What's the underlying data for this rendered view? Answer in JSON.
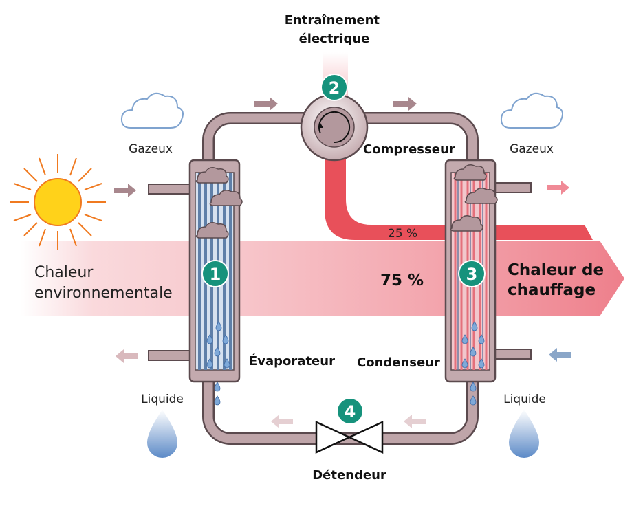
{
  "colors": {
    "pipe_fill": "#bfa5a9",
    "pipe_stroke": "#5b4a4e",
    "hot_band": "#e8505a",
    "heat_arrow": "#f3b3b9",
    "badge": "#16927c",
    "tube_blue": "#8ea8c8",
    "arrow_mauve": "#a8878d",
    "arrow_pink": "#f08a96",
    "arrow_blue": "#8aa6c8",
    "sun": "#ffd21a",
    "sun_rays": "#f07a20",
    "droplet": "#7fa9d8"
  },
  "labels": {
    "drive": "Entraînement électrique",
    "gaseous_left": "Gazeux",
    "gaseous_right": "Gazeux",
    "compressor": "Compresseur",
    "evaporator": "Évaporateur",
    "condenser": "Condenseur",
    "liquid_left": "Liquide",
    "liquid_right": "Liquide",
    "expansion_valve": "Détendeur",
    "env_heat": "Chaleur environnementale",
    "heating_heat": "Chaleur de chauffage",
    "pct_electric": "25 %",
    "pct_environment": "75 %"
  },
  "steps": [
    "1",
    "2",
    "3",
    "4"
  ],
  "icons": [
    "sun-icon",
    "cloud-icon",
    "droplet-icon",
    "flow-arrow-icon",
    "valve-icon",
    "rotation-arrow-icon"
  ]
}
